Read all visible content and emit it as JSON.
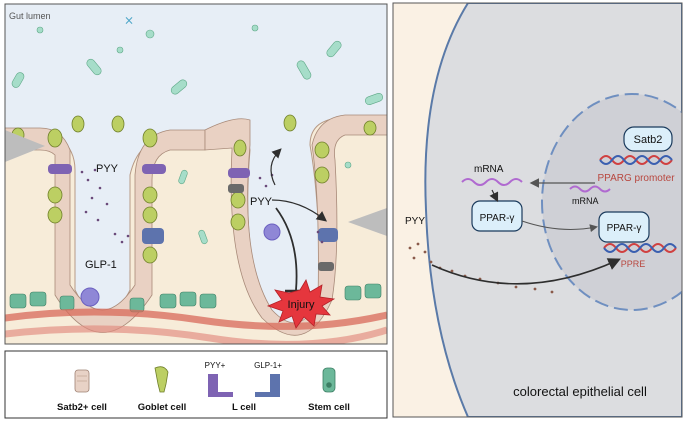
{
  "left_panel": {
    "gut_lumen_label": "Gut lumen",
    "labels": {
      "pyy_crypt1": "PYY",
      "glp1": "GLP-1",
      "pyy_crypt2": "PYY",
      "injury": "Injury"
    }
  },
  "legend": {
    "items": [
      {
        "label": "Satb2+ cell",
        "icon": "satb2-cell-icon"
      },
      {
        "label": "Goblet cell",
        "icon": "goblet-cell-icon"
      },
      {
        "label": "L cell",
        "icon": "l-cell-icon",
        "sub_labels": [
          "PYY+",
          "GLP-1+"
        ]
      },
      {
        "label": "Stem cell",
        "icon": "stem-cell-icon"
      }
    ]
  },
  "right_panel": {
    "pyy_label": "PYY",
    "mrna_cytoplasm": "mRNA",
    "ppar_cytoplasm": "PPAR-γ",
    "satb2": "Satb2",
    "pparg_promoter": "PPARG promoter",
    "mrna_nucleus": "mRNA",
    "ppar_nucleus": "PPAR-γ",
    "ppre": "PPRE",
    "cell_caption": "colorectal epithelial cell"
  },
  "colors": {
    "lumen_bg": "#e7eef6",
    "mucosa": "#f7ecd9",
    "satb2_cell": "#e8d2c6",
    "goblet_cell": "#bccf63",
    "l_cell_pyy": "#7e63b3",
    "l_cell_glp1": "#5d73ad",
    "stem_cell": "#6cb89a",
    "injury": "#e5363d",
    "cell_interior": "#dcdde0",
    "nucleus": "#cfd0d6",
    "promoter_text": "#b8473f",
    "box_fill": "#dceffa",
    "box_stroke": "#1a3a5c"
  }
}
